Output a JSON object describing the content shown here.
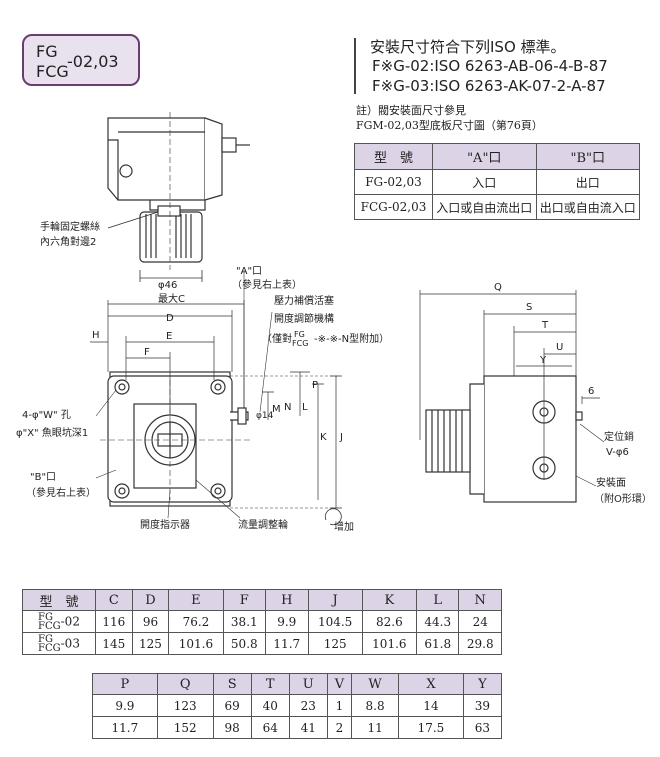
{
  "title": {
    "line1": "FG",
    "line2": "FCG",
    "suffix": "-02,03"
  },
  "iso": {
    "heading": "安裝尺寸符合下列ISO 標準。",
    "lines": [
      "F※G-02:ISO 6263-AB-06-4-B-87",
      "F※G-03:ISO 6263-AK-07-2-A-87"
    ]
  },
  "notes": {
    "line1": "註）閥安裝面尺寸參見",
    "line2": "FGM-02,03型底板尺寸圖（第76頁）"
  },
  "port_table": {
    "headers": [
      "型　號",
      "\"A\"口",
      "\"B\"口"
    ],
    "rows": [
      [
        "FG-02,03",
        "入口",
        "出口"
      ],
      [
        "FCG-02,03",
        "入口或自由流出口",
        "出口或自由流入口"
      ]
    ]
  },
  "drawing_labels": {
    "handwheel_screw": "手輪固定螺絲",
    "hex": "內六角對邊2",
    "phi46": "φ46",
    "a_port": "\"A\"口",
    "a_ref": "（參見右上表）",
    "max_c": "最大C",
    "pressure_piston": "壓力補償活塞",
    "opening_mech": "開度調節機構",
    "fcg_note_pre": "（僅對",
    "fcg_note_fg": "FG",
    "fcg_note_fcg": "FCG",
    "fcg_note_post": "-※-※-N型附加）",
    "hole_w": "4-φ\"W\"  孔",
    "counterbore": "φ\"X\" 魚眼坑深1",
    "b_port": "\"B\"口",
    "b_ref": "（參見右上表）",
    "opening_indicator": "開度指示器",
    "flow_knob": "流量調整輪",
    "increase": "增加",
    "phi14": "φ14",
    "positioning_pin": "定位銷",
    "pin_size": "V-φ6",
    "mount_face": "安裝面",
    "o_ring": "（附O形環）",
    "dim_6": "6",
    "letters": {
      "Q": "Q",
      "S": "S",
      "T": "T",
      "U": "U",
      "Y": "Y",
      "D": "D",
      "E": "E",
      "F": "F",
      "H": "H",
      "J": "J",
      "K": "K",
      "L": "L",
      "M": "M",
      "N": "N",
      "P": "P"
    }
  },
  "dim_table1": {
    "headers": [
      "型　號",
      "C",
      "D",
      "E",
      "F",
      "H",
      "J",
      "K",
      "L",
      "N"
    ],
    "rows": [
      {
        "model_a": "FG",
        "model_b": "FCG",
        "model_suffix": "-02",
        "values": [
          "116",
          "96",
          "76.2",
          "38.1",
          "9.9",
          "104.5",
          "82.6",
          "44.3",
          "24"
        ]
      },
      {
        "model_a": "FG",
        "model_b": "FCG",
        "model_suffix": "-03",
        "values": [
          "145",
          "125",
          "101.6",
          "50.8",
          "11.7",
          "125",
          "101.6",
          "61.8",
          "29.8"
        ]
      }
    ]
  },
  "dim_table2": {
    "headers": [
      "P",
      "Q",
      "S",
      "T",
      "U",
      "V",
      "W",
      "X",
      "Y"
    ],
    "rows": [
      [
        "9.9",
        "123",
        "69",
        "40",
        "23",
        "1",
        "8.8",
        "14",
        "39"
      ],
      [
        "11.7",
        "152",
        "98",
        "64",
        "41",
        "2",
        "11",
        "17.5",
        "63"
      ]
    ]
  }
}
